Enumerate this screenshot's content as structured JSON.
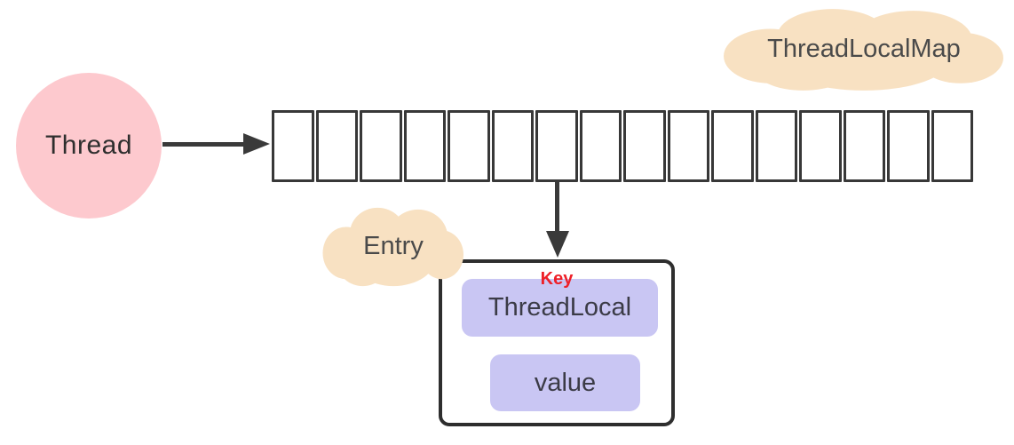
{
  "diagram": {
    "thread": {
      "label": "Thread"
    },
    "map_cloud": {
      "label": "ThreadLocalMap"
    },
    "array": {
      "cell_count": 16,
      "pointer_cell_index": 7
    },
    "entry_cloud": {
      "label": "Entry"
    },
    "entry": {
      "key_label": "Key",
      "key_box_label": "ThreadLocal",
      "value_box_label": "value"
    }
  },
  "colors": {
    "thread_circle": "#fdc9ce",
    "cloud": "#f8e1c2",
    "inner_box": "#c9c6f3",
    "outline": "#3a3a3a",
    "entry_border": "#2e2e2e",
    "key_text": "#ee2028",
    "label_text": "#4a4a4a",
    "background": "#ffffff"
  }
}
